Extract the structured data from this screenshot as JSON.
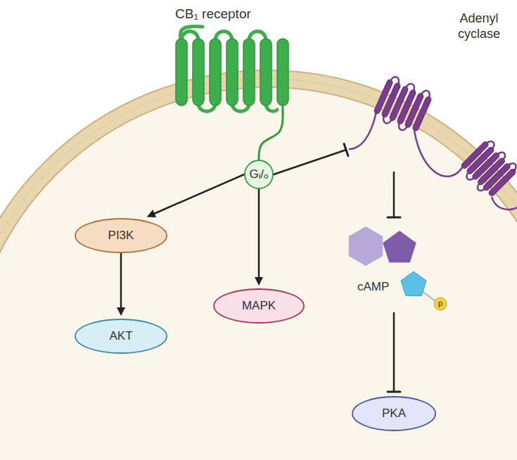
{
  "diagram": {
    "nodes": [
      {
        "text": [
          "CB₁ receptor"
        ]
      },
      {
        "text": [
          "Gᵢ/ₒ"
        ]
      },
      {
        "text": [
          "Adenyl cyclase"
        ]
      },
      {
        "text": [
          "PI3K"
        ]
      },
      {
        "text": [
          "MAPK"
        ]
      },
      {
        "text": [
          "cAMP"
        ]
      },
      {
        "text": [
          "AKT"
        ]
      },
      {
        "text": [
          "PKA"
        ]
      }
    ],
    "edges": [
      {
        "from": 0,
        "to": 1,
        "arrow": "none"
      },
      {
        "from": 1,
        "to": 3,
        "arrow": "to"
      },
      {
        "from": 1,
        "to": 4,
        "arrow": "to"
      },
      {
        "from": 1,
        "to": 2,
        "arrow": "to"
      },
      {
        "from": 2,
        "to": 5,
        "arrow": "to"
      },
      {
        "from": 3,
        "to": 6,
        "arrow": "to"
      },
      {
        "from": 5,
        "to": 7,
        "arrow": "to"
      }
    ],
    "labels": [
      "p"
    ]
  }
}
